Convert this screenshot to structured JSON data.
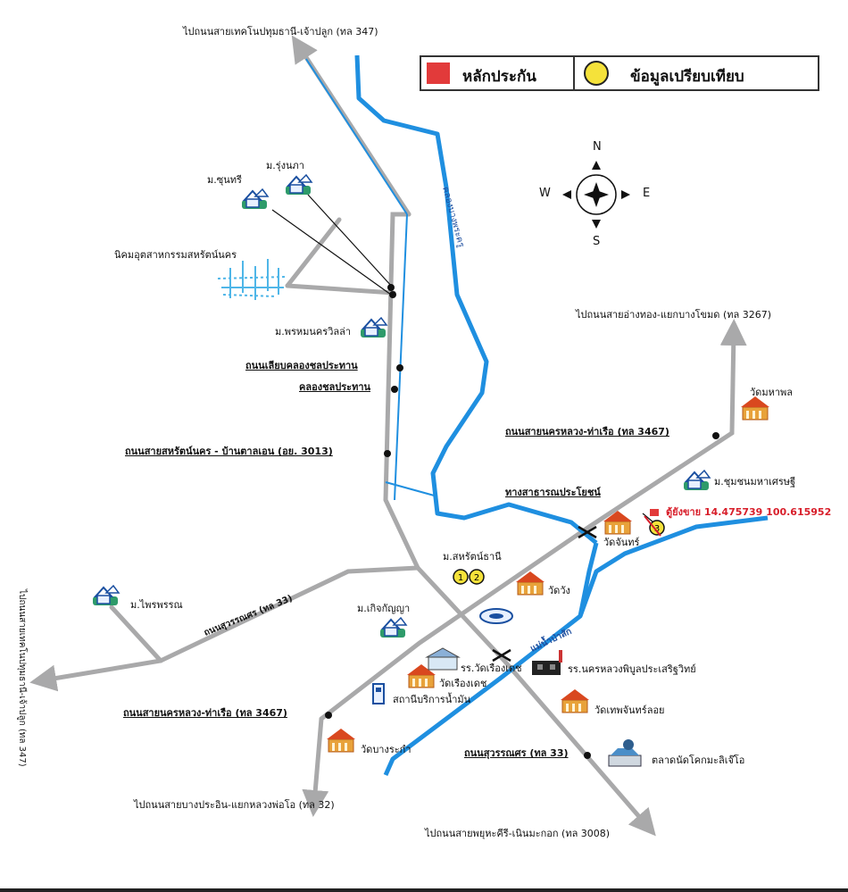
{
  "legend": {
    "collateral": "หลักประกัน",
    "comparison": "ข้อมูลเปรียบเทียบ"
  },
  "compass": {
    "n": "N",
    "s": "S",
    "e": "E",
    "w": "W"
  },
  "roads": {
    "to_pathum_top": "ไปถนนสายเทคโนปทุมธานี-เจ้าปลูก (ทล 347)",
    "to_angthong": "ไปถนนสายอ่างทอง-แยกบางโขมด (ทล 3267)",
    "to_pathum_left": "ไปถนนสายเทคโนปทุมธานี-เจ้าปลูก (ทล 347)",
    "to_bangpain": "ไปถนนสายบางประอิน-แยกหลวงพ่อโอ (ทล 32)",
    "to_phayuha": "ไปถนนสายพยุหะคีรี-เนินมะกอก (ทล 3008)",
    "canal_road": "ถนนเลียบคลองชลประทาน",
    "canal": "คลองชลประทาน",
    "saharat_road": "ถนนสายสหรัตน์นคร - บ้านตาลเอน (อย. 3013)",
    "nakhonluang_upper": "ถนนสายนครหลวง-ท่าเรือ (ทล 3467)",
    "public_way": "ทางสาธารณประโยชน์",
    "suwannason_left": "ถนนสุวรรณศร (ทล 33)",
    "nakhonluang_lower": "ถนนสายนครหลวง-ท่าเรือ (ทล 3467)",
    "suwannason_lower": "ถนนสุวรรณศร (ทล 33)"
  },
  "water": {
    "canal_vertical": "คลองบางพระครู",
    "river": "แม่น้ำป่าสัก"
  },
  "places": {
    "sunthari": "ม.ซุนทรี",
    "rungnapha": "ม.รุ่งนภา",
    "industrial": "นิคมอุตสาหกรรมสหรัตน์นคร",
    "phromnakhon": "ม.พรหมนครวิลล่า",
    "watmahaphon": "วัดมหาพล",
    "chumchon": "ม.ชุมชนมหาเศรษฐี",
    "watchan": "วัดจันทร์",
    "saharat_thani": "ม.สหรัตน์ธานี",
    "watwang": "วัดวัง",
    "phraiphan": "ม.ไพรพรรณ",
    "kitchaya": "ม.เกิจกัญญา",
    "school_wat": "รร.วัดเรืองเดช",
    "watrueang": "วัดเรืองเดช",
    "gas_station": "สถานีบริการน้ำมัน",
    "school_nakhon": "รร.นครหลวงพิบูลประเสริฐวิทย์",
    "wattheph": "วัดเทพจันทร์ลอย",
    "watbang": "วัดบางระกำ",
    "market": "ตลาดนัดโคกมะลิเจ๊โอ"
  },
  "subject": {
    "label": "ตู้ยังขาย 14.475739 100.615952",
    "marker": "3"
  },
  "comparables": [
    "1",
    "2"
  ],
  "colors": {
    "road": "#a9a9aa",
    "water": "#1f8fe0",
    "collateral": "#e23a3a",
    "comparison": "#f5e23a"
  }
}
